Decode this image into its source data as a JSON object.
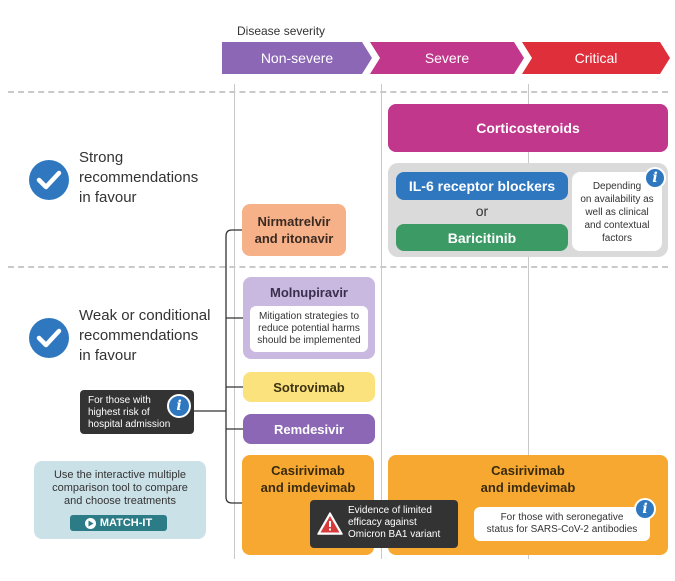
{
  "severity": {
    "title": "Disease severity",
    "levels": [
      "Non-severe",
      "Severe",
      "Critical"
    ]
  },
  "strong": {
    "label": "Strong\nrecommendations\nin favour",
    "lines": [
      "Strong",
      "recommendations",
      "in favour"
    ]
  },
  "weak": {
    "lines": [
      "Weak or conditional",
      "recommendations",
      "in favour"
    ]
  },
  "treatments": {
    "corticosteroids": "Corticosteroids",
    "il6": "IL-6 receptor blockers",
    "or": "or",
    "baricitinib": "Baricitinib",
    "depending_lines": [
      "Depending",
      "on availability as",
      "well as clinical",
      "and contextual",
      "factors"
    ],
    "nirmatrelvir_lines": [
      "Nirmatrelvir",
      "and ritonavir"
    ],
    "molnupiravir": "Molnupiravir",
    "mitigation_lines": [
      "Mitigation strategies to",
      "reduce potential harms",
      "should be implemented"
    ],
    "sotrovimab": "Sotrovimab",
    "remdesivir": "Remdesivir",
    "casirivimab_lines": [
      "Casirivimab",
      "and imdevimab"
    ],
    "seronegative_lines": [
      "For those with seronegative",
      "status for SARS-CoV-2 antibodies"
    ]
  },
  "notes": {
    "high_risk_lines": [
      "For those with",
      "highest risk of",
      "hospital admission"
    ],
    "evidence_lines": [
      "Evidence of limited",
      "efficacy against",
      "Omicron BA1 variant"
    ],
    "match_lines": [
      "Use the interactive multiple",
      "comparison tool to compare",
      "and choose treatments"
    ],
    "match_button": "MATCH-IT"
  },
  "icons": {
    "info": "i",
    "check": "check-circle-icon",
    "warning": "warning-triangle-icon",
    "play": "play-circle-icon"
  },
  "colors": {
    "non_severe": "#8b67b6",
    "severe": "#c0378c",
    "critical": "#de2f3b",
    "check_blue": "#2f78c0",
    "baricitinib_green": "#3c9a64",
    "casirivimab_orange": "#f6a830",
    "sotrovimab_yellow": "#fbe27c",
    "nirmatrelvir_peach": "#f6b189"
  }
}
